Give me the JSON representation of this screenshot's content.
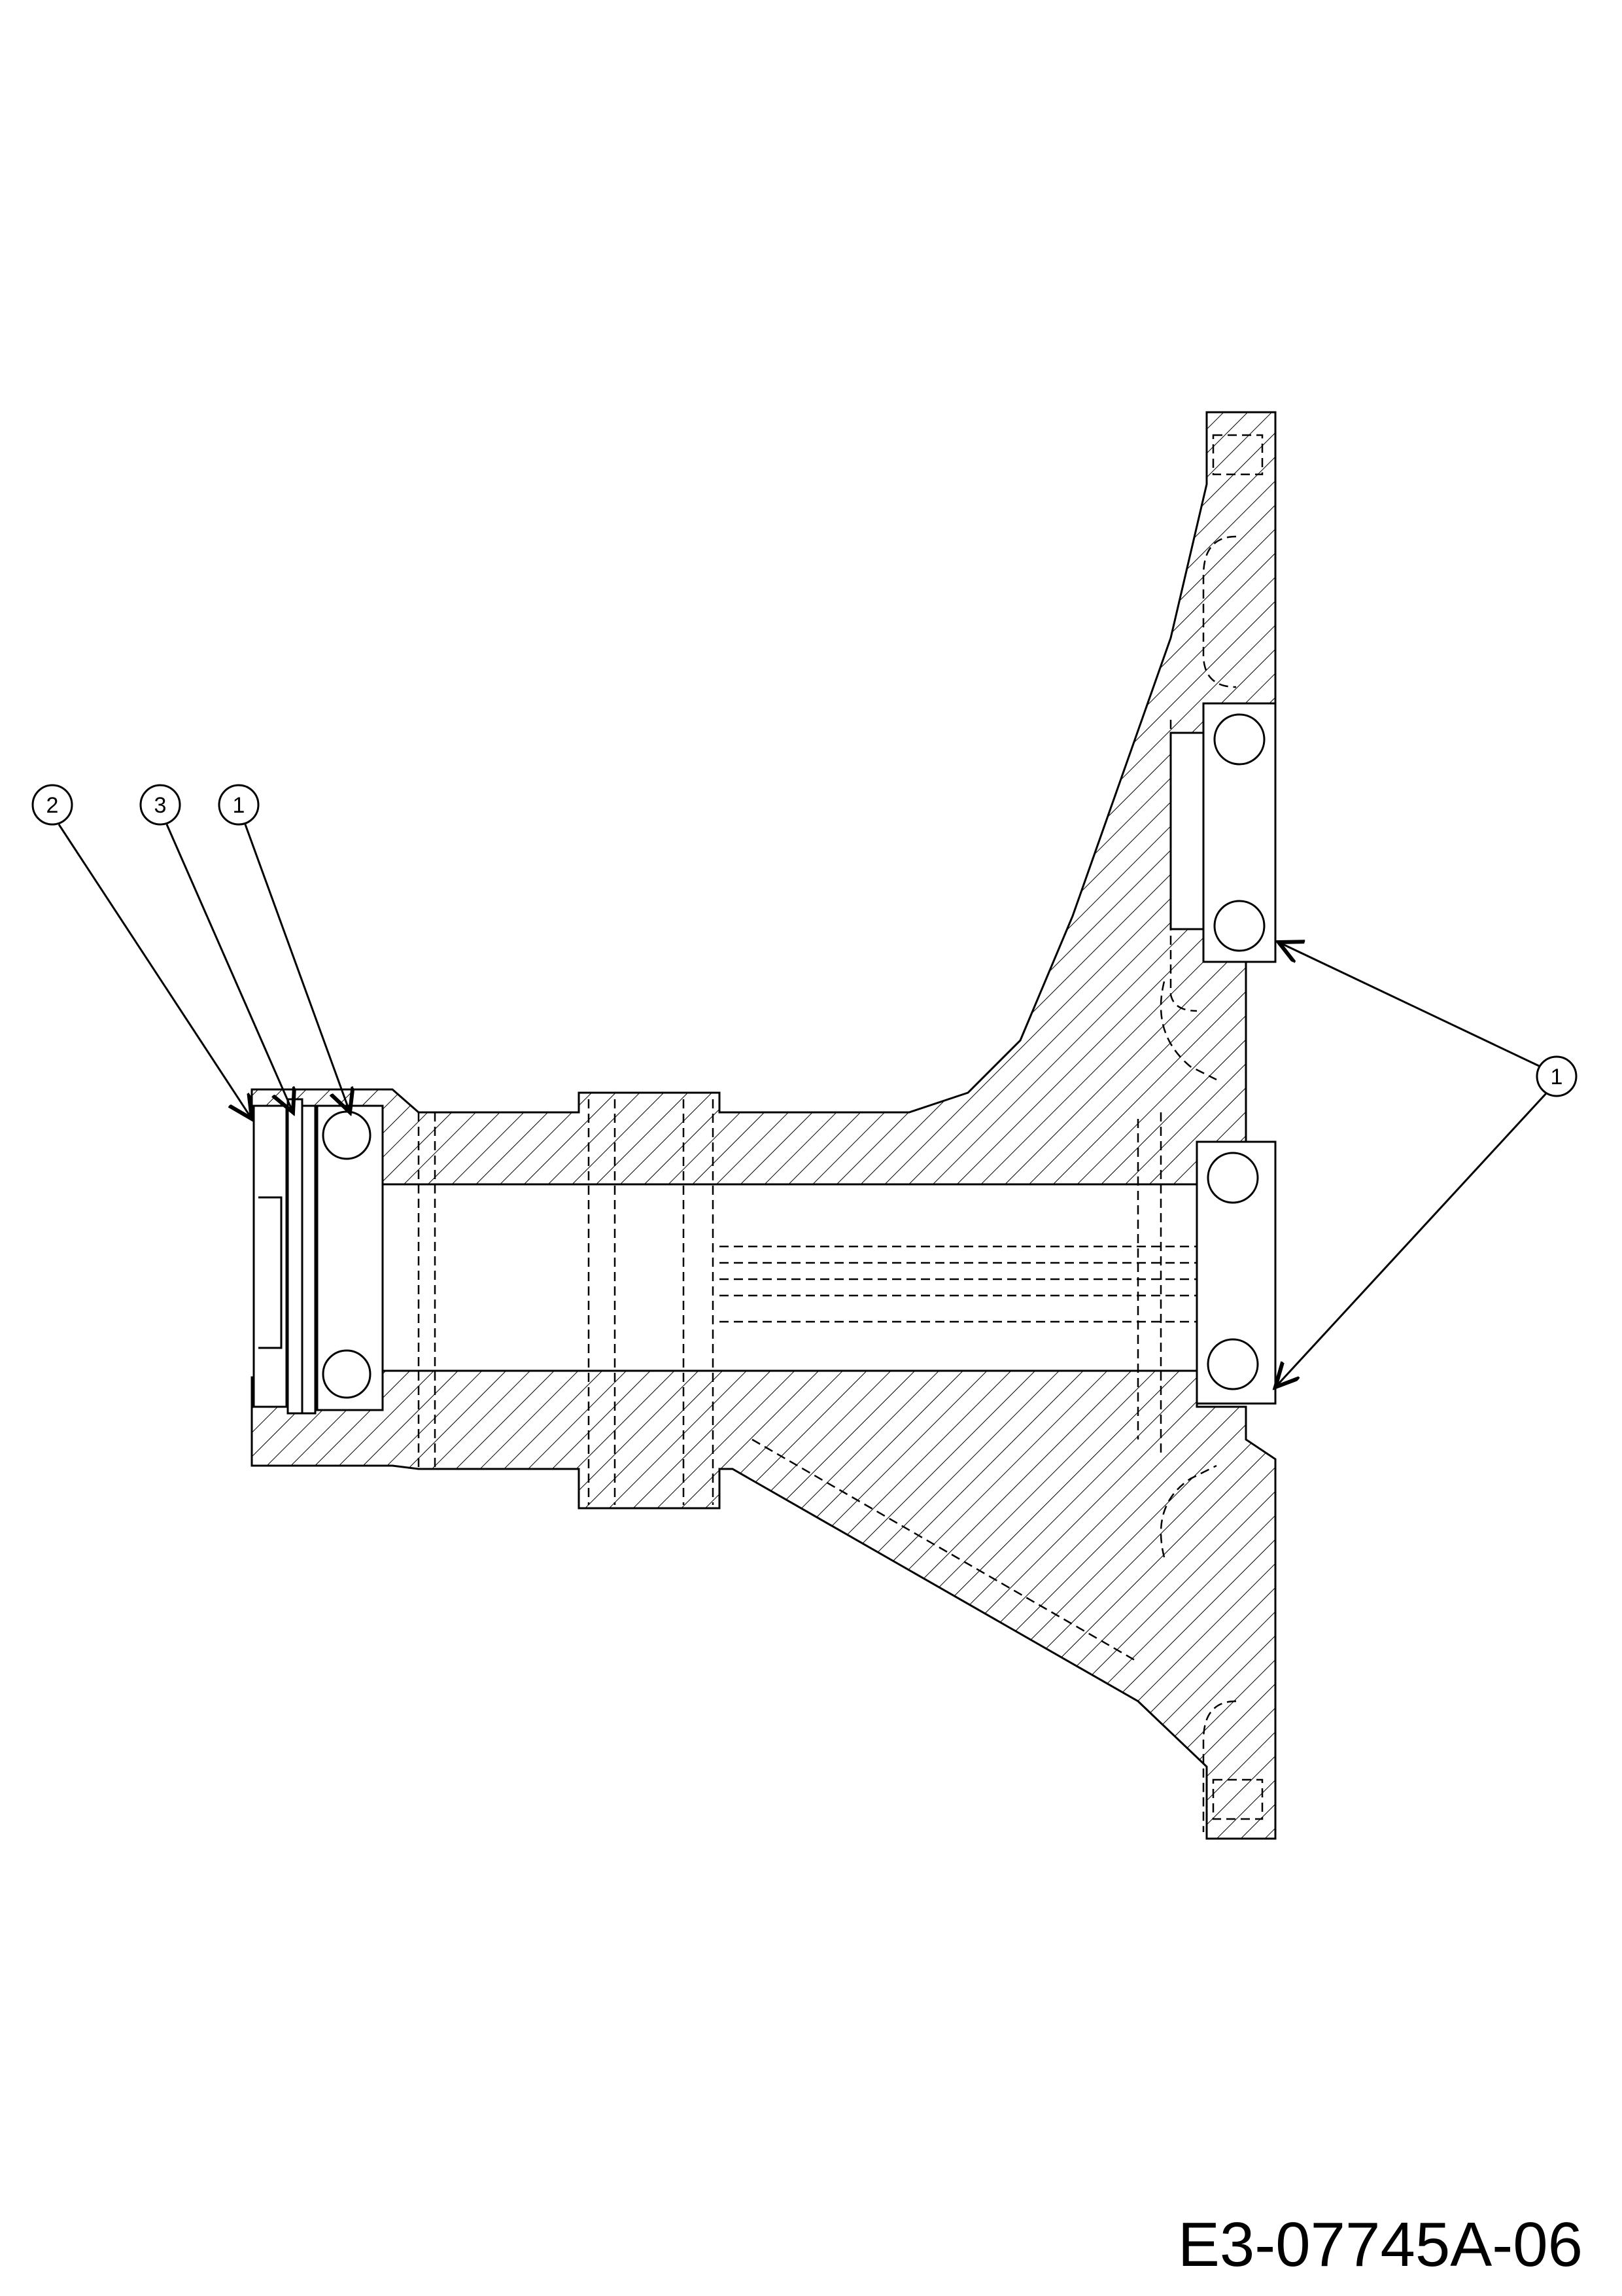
{
  "callouts": [
    {
      "label": "2"
    },
    {
      "label": "3"
    },
    {
      "label": "1"
    },
    {
      "label": "1"
    }
  ],
  "document_code": "E3-07745A-06"
}
